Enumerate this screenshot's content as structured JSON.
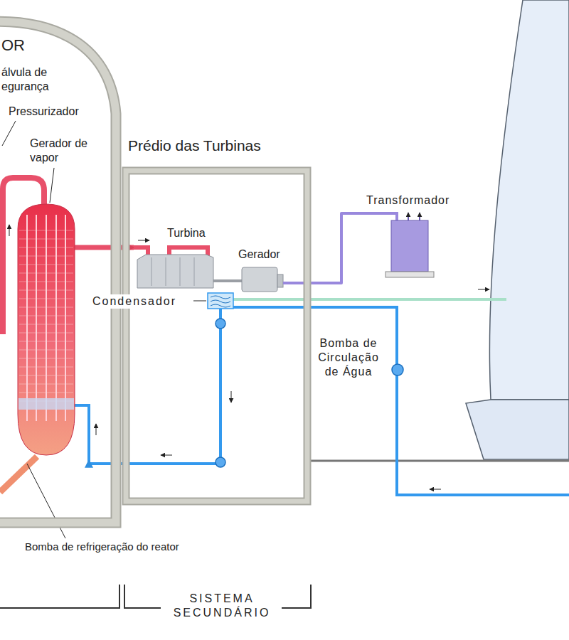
{
  "diagram": {
    "nodes": [
      {
        "text": [
          "OR"
        ]
      },
      {
        "text": [
          "Gerador de vapor"
        ],
        "in": 0
      },
      {
        "text": [
          "Prédio das Turbinas"
        ]
      },
      {
        "text": [
          "Turbina"
        ],
        "in": 2
      },
      {
        "text": [
          "Gerador"
        ],
        "in": 2
      },
      {
        "text": [
          "Condensador"
        ],
        "in": 2
      },
      {
        "text": [
          "Transformador"
        ]
      }
    ],
    "edges": [
      {
        "from": 1,
        "to": 3,
        "arrow": "to"
      },
      {
        "from": 4,
        "to": 6,
        "arrow": "none"
      },
      {
        "from": 5,
        "to": 1,
        "arrow": "to"
      }
    ],
    "labels": [
      "álvula de egurança",
      "Pressurizador",
      "Bomba de refrigeração do reator",
      "Bomba de Circulação de Água",
      "SISTEMA SECUNDÁRIO"
    ]
  }
}
